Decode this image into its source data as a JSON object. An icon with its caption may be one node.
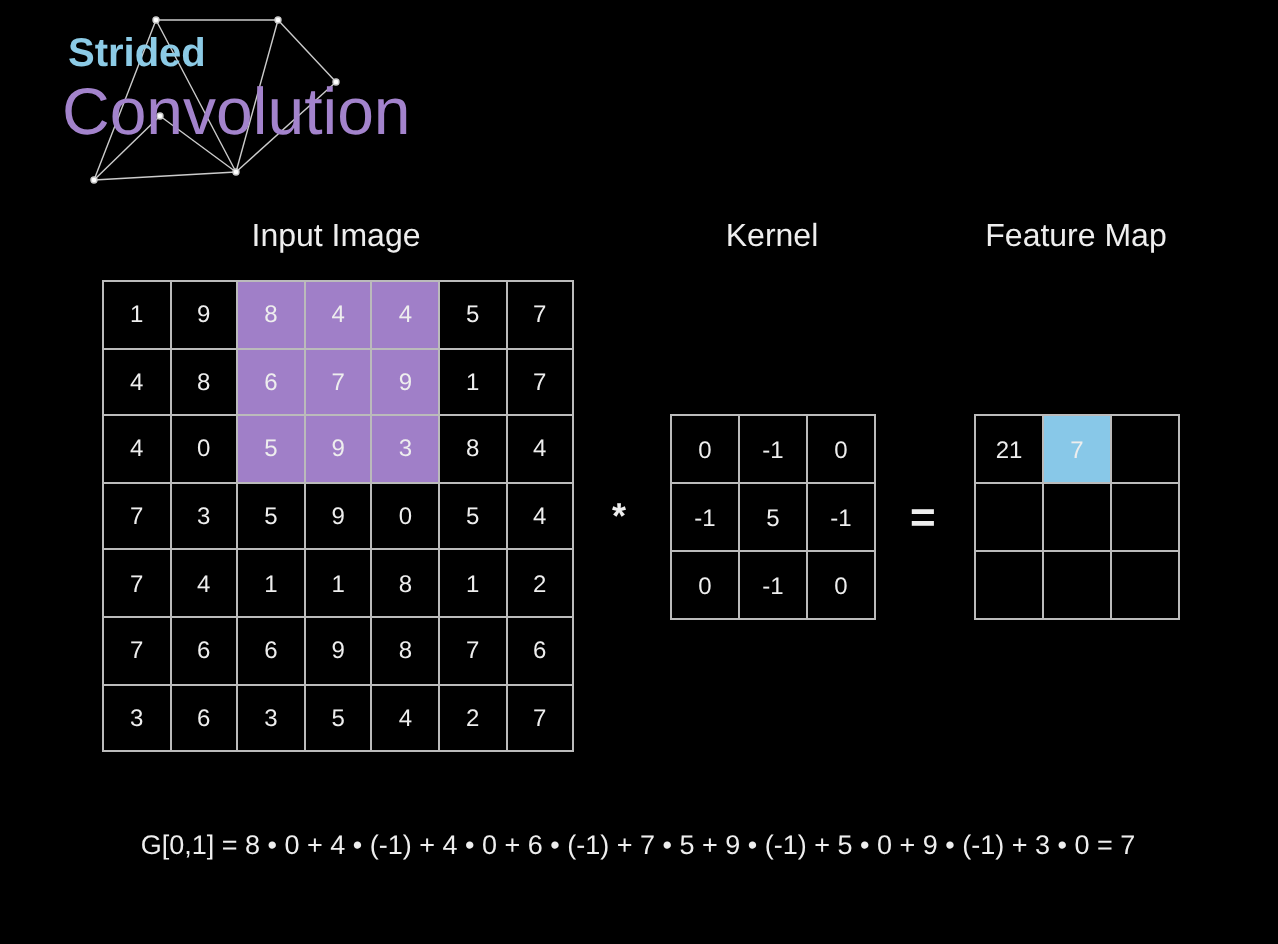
{
  "diagram": {
    "labels": [
      "Strided",
      "Convolution",
      "Input Image",
      "Kernel",
      "Feature Map",
      "1",
      "9",
      "8",
      "4",
      "4",
      "5",
      "7",
      "4",
      "8",
      "6",
      "7",
      "9",
      "1",
      "7",
      "4",
      "0",
      "5",
      "9",
      "3",
      "8",
      "4",
      "7",
      "3",
      "5",
      "9",
      "0",
      "5",
      "4",
      "7",
      "4",
      "1",
      "1",
      "8",
      "1",
      "2",
      "7",
      "6",
      "6",
      "9",
      "8",
      "7",
      "6",
      "3",
      "6",
      "3",
      "5",
      "4",
      "2",
      "7",
      "*",
      "0",
      "-1",
      "0",
      "-1",
      "5",
      "-1",
      "0",
      "-1",
      "0",
      "=",
      "21",
      "7",
      "G[0,1] = 8 • 0 + 4 • (-1) + 4 • 0 + 6 • (-1) + 7 • 5 + 9 • (-1) + 5 • 0 + 9 • (-1) + 3 • 0 = 7"
    ]
  }
}
